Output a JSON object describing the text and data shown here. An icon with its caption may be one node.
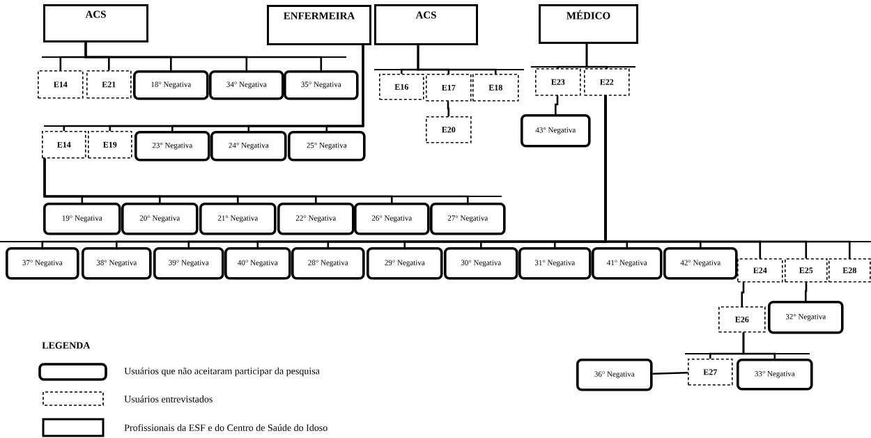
{
  "diagram": {
    "nodes": [
      {
        "text": [
          "ACS"
        ]
      },
      {
        "text": [
          "ENFERMEIRA"
        ]
      },
      {
        "text": [
          "ACS"
        ]
      },
      {
        "text": [
          "MÉDICO"
        ]
      },
      {
        "text": [
          "E14"
        ]
      },
      {
        "text": [
          "E21"
        ]
      },
      {
        "text": [
          "18° Negativa"
        ]
      },
      {
        "text": [
          "34° Negativa"
        ]
      },
      {
        "text": [
          "35° Negativa"
        ]
      },
      {
        "text": [
          "E16"
        ]
      },
      {
        "text": [
          "E17"
        ]
      },
      {
        "text": [
          "E18"
        ]
      },
      {
        "text": [
          "E23"
        ]
      },
      {
        "text": [
          "E22"
        ]
      },
      {
        "text": [
          "E20"
        ]
      },
      {
        "text": [
          "43° Negativa"
        ]
      },
      {
        "text": [
          "E14"
        ]
      },
      {
        "text": [
          "E19"
        ]
      },
      {
        "text": [
          "23° Negativa"
        ]
      },
      {
        "text": [
          "24° Negativa"
        ]
      },
      {
        "text": [
          "25° Negativa"
        ]
      },
      {
        "text": [
          "19° Negativa"
        ]
      },
      {
        "text": [
          "20° Negativa"
        ]
      },
      {
        "text": [
          "21° Negativa"
        ]
      },
      {
        "text": [
          "22° Negativa"
        ]
      },
      {
        "text": [
          "26° Negativa"
        ]
      },
      {
        "text": [
          "27° Negativa"
        ]
      },
      {
        "text": [
          "37° Negativa"
        ]
      },
      {
        "text": [
          "38° Negativa"
        ]
      },
      {
        "text": [
          "39° Negativa"
        ]
      },
      {
        "text": [
          "40° Negativa"
        ]
      },
      {
        "text": [
          "28° Negativa"
        ]
      },
      {
        "text": [
          "29° Negativa"
        ]
      },
      {
        "text": [
          "30° Negativa"
        ]
      },
      {
        "text": [
          "31° Negativa"
        ]
      },
      {
        "text": [
          "41° Negativa"
        ]
      },
      {
        "text": [
          "42° Negativa"
        ]
      },
      {
        "text": [
          "E24"
        ]
      },
      {
        "text": [
          "E25"
        ]
      },
      {
        "text": [
          "E28"
        ]
      },
      {
        "text": [
          "E26"
        ]
      },
      {
        "text": [
          "32° Negativa"
        ]
      },
      {
        "text": [
          "36° Negativa"
        ]
      },
      {
        "text": [
          "E27"
        ]
      },
      {
        "text": [
          "33° Negativa"
        ]
      }
    ],
    "edges": [
      {
        "from": 0,
        "to": 4,
        "arrow": "none"
      },
      {
        "from": 0,
        "to": 5,
        "arrow": "none"
      },
      {
        "from": 0,
        "to": 6,
        "arrow": "none"
      },
      {
        "from": 0,
        "to": 7,
        "arrow": "none"
      },
      {
        "from": 0,
        "to": 8,
        "arrow": "none"
      },
      {
        "from": 1,
        "to": 16,
        "arrow": "none"
      },
      {
        "from": 1,
        "to": 17,
        "arrow": "none"
      },
      {
        "from": 1,
        "to": 18,
        "arrow": "none"
      },
      {
        "from": 1,
        "to": 19,
        "arrow": "none"
      },
      {
        "from": 1,
        "to": 20,
        "arrow": "none"
      },
      {
        "from": 16,
        "to": 21,
        "arrow": "none"
      },
      {
        "from": 16,
        "to": 22,
        "arrow": "none"
      },
      {
        "from": 16,
        "to": 23,
        "arrow": "none"
      },
      {
        "from": 16,
        "to": 24,
        "arrow": "none"
      },
      {
        "from": 16,
        "to": 25,
        "arrow": "none"
      },
      {
        "from": 16,
        "to": 26,
        "arrow": "none"
      },
      {
        "from": 2,
        "to": 9,
        "arrow": "none"
      },
      {
        "from": 2,
        "to": 10,
        "arrow": "none"
      },
      {
        "from": 2,
        "to": 11,
        "arrow": "none"
      },
      {
        "from": 10,
        "to": 14,
        "arrow": "none"
      },
      {
        "from": 3,
        "to": 12,
        "arrow": "none"
      },
      {
        "from": 3,
        "to": 13,
        "arrow": "none"
      },
      {
        "from": 12,
        "to": 15,
        "arrow": "none"
      },
      {
        "from": 13,
        "to": 27,
        "arrow": "none"
      },
      {
        "from": 13,
        "to": 28,
        "arrow": "none"
      },
      {
        "from": 13,
        "to": 29,
        "arrow": "none"
      },
      {
        "from": 13,
        "to": 30,
        "arrow": "none"
      },
      {
        "from": 13,
        "to": 31,
        "arrow": "none"
      },
      {
        "from": 13,
        "to": 32,
        "arrow": "none"
      },
      {
        "from": 13,
        "to": 33,
        "arrow": "none"
      },
      {
        "from": 13,
        "to": 34,
        "arrow": "none"
      },
      {
        "from": 13,
        "to": 35,
        "arrow": "none"
      },
      {
        "from": 13,
        "to": 36,
        "arrow": "none"
      },
      {
        "from": 13,
        "to": 37,
        "arrow": "none"
      },
      {
        "from": 13,
        "to": 38,
        "arrow": "none"
      },
      {
        "from": 13,
        "to": 39,
        "arrow": "none"
      },
      {
        "from": 37,
        "to": 40,
        "arrow": "none"
      },
      {
        "from": 38,
        "to": 41,
        "arrow": "none"
      },
      {
        "from": 40,
        "to": 43,
        "arrow": "none"
      },
      {
        "from": 40,
        "to": 44,
        "arrow": "none"
      },
      {
        "from": 43,
        "to": 42,
        "arrow": "none"
      }
    ],
    "labels": [
      "LEGENDA"
    ],
    "legend": [
      {
        "text": "Usuários que não aceitaram participar da pesquisa"
      },
      {
        "text": "Usuários entrevistados"
      },
      {
        "text": "Profissionais da ESF e do Centro de Saúde do Idoso"
      }
    ]
  }
}
